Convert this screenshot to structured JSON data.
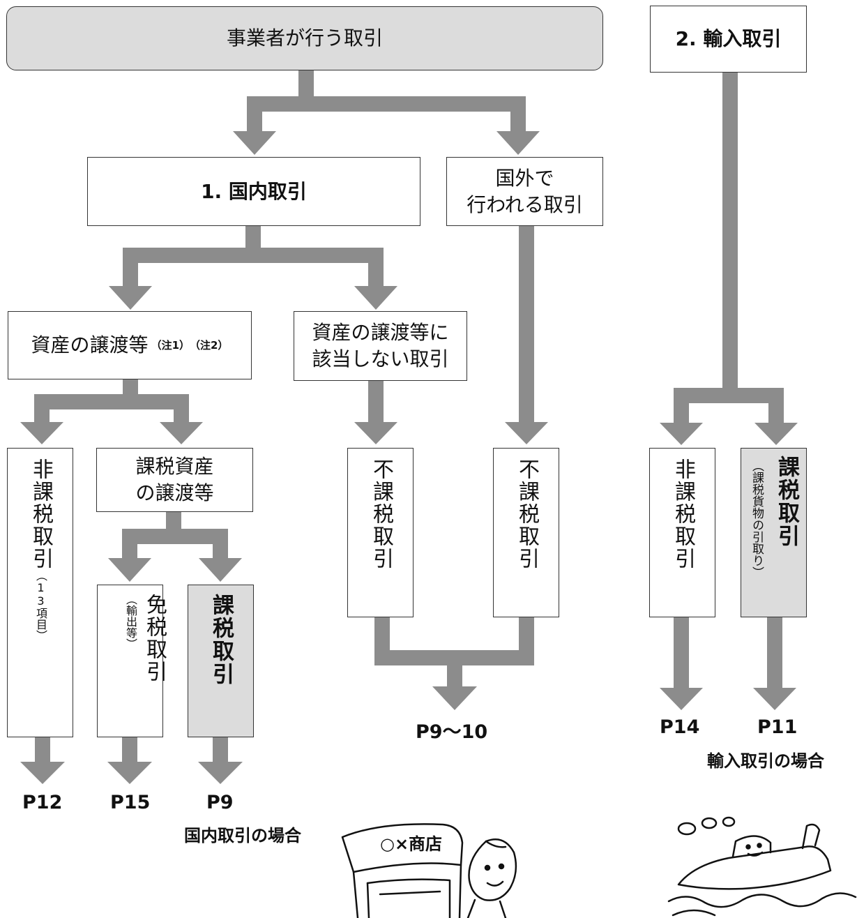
{
  "nodes": {
    "root": "事業者が行う取引",
    "import": "2. 輸入取引",
    "domestic": "1. 国内取引",
    "foreign_line1": "国外で",
    "foreign_line2": "行われる取引",
    "transfer_main": "資産の譲渡等",
    "transfer_note1": "（注1）",
    "transfer_note2": "（注2）",
    "not_transfer_line1": "資産の譲渡等に",
    "not_transfer_line2": "該当しない取引",
    "non_taxable_domestic": "非課税取引",
    "non_taxable_domestic_note": "（13項目）",
    "taxable_transfer_line1": "課税資産",
    "taxable_transfer_line2": "の譲渡等",
    "exempt_main": "免税取引",
    "exempt_note": "（輸出等）",
    "taxable_domestic": "課税取引",
    "non_subject_1": "不課税取引",
    "non_subject_2": "不課税取引",
    "non_taxable_import": "非課税取引",
    "taxable_import": "課税取引",
    "taxable_import_note": "（課税貨物の引取り）"
  },
  "pages": {
    "p12": "P12",
    "p15": "P15",
    "p9": "P9",
    "p9_10": "P9〜10",
    "p14": "P14",
    "p11": "P11"
  },
  "captions": {
    "domestic_case": "国内取引の場合",
    "import_case": "輸入取引の場合"
  },
  "illustrations": {
    "shop_sign": "○×商店"
  },
  "colors": {
    "arrow": "#8c8c8c",
    "highlight_box": "#dcdcdc",
    "root_box": "#dcdcdc"
  }
}
